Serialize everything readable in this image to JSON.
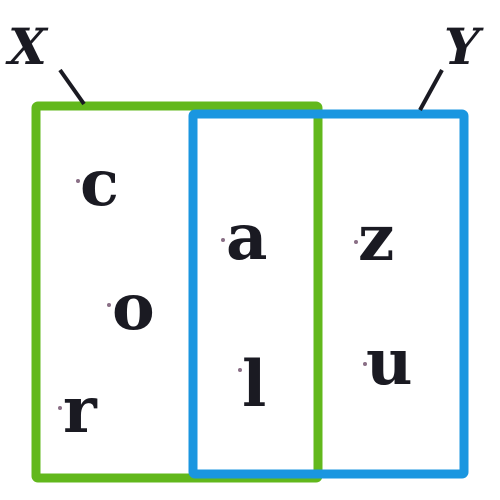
{
  "diagram": {
    "type": "venn",
    "sets": [
      {
        "id": "X",
        "label": "X",
        "color": "#62b81c",
        "only_elements": [
          "c",
          "o",
          "r"
        ]
      },
      {
        "id": "Y",
        "label": "Y",
        "color": "#1a96e0",
        "only_elements": [
          "z",
          "u"
        ]
      }
    ],
    "intersection_elements": [
      "a",
      "l"
    ]
  }
}
